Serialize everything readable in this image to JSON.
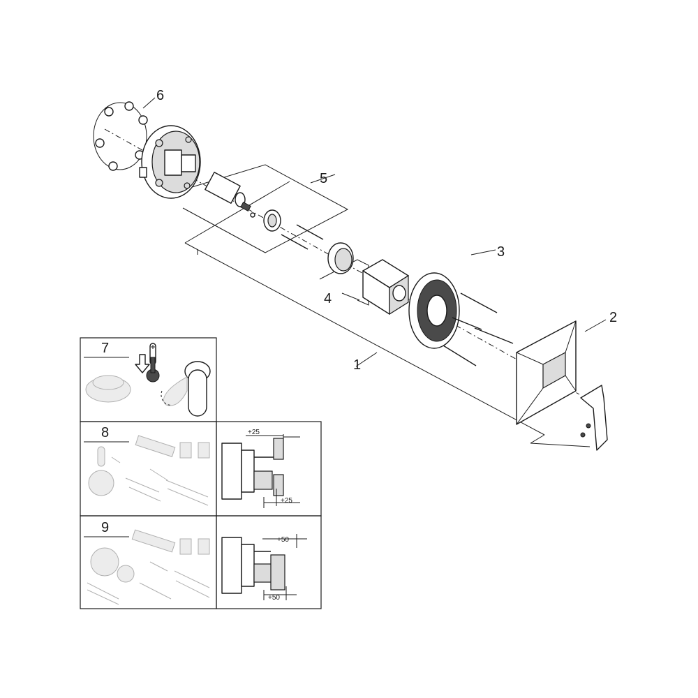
{
  "callouts": {
    "c1": "1",
    "c2": "2",
    "c3": "3",
    "c4": "4",
    "c5": "5",
    "c6": "6",
    "c7": "7",
    "c8": "8",
    "c9": "9"
  },
  "dimensions": {
    "d8_top": "+25",
    "d8_bottom": "+25",
    "d9_top": "+50",
    "d9_bottom": "+50"
  },
  "icons": {
    "temperature": "thermometer-icon",
    "direction": "arrow-down-icon"
  }
}
